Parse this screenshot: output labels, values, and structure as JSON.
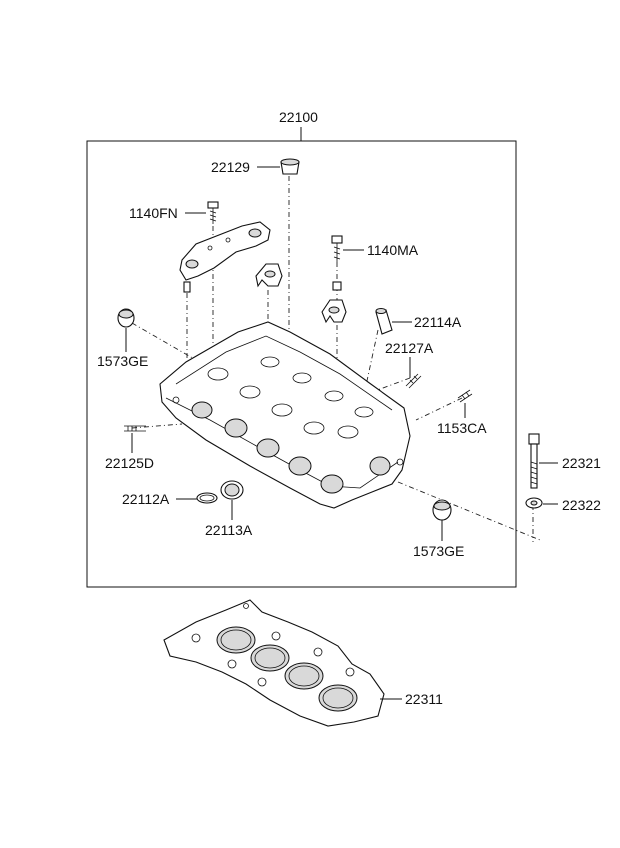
{
  "diagram": {
    "assembly_label": "22100",
    "parts": {
      "p22129": "22129",
      "p1140FN": "1140FN",
      "p1140MA": "1140MA",
      "p22114A": "22114A",
      "p22127A": "22127A",
      "p1573GE_top": "1573GE",
      "p1153CA": "1153CA",
      "p22125D": "22125D",
      "p22321": "22321",
      "p22112A": "22112A",
      "p22113A": "22113A",
      "p22322": "22322",
      "p1573GE_bottom": "1573GE",
      "p22311": "22311"
    }
  }
}
